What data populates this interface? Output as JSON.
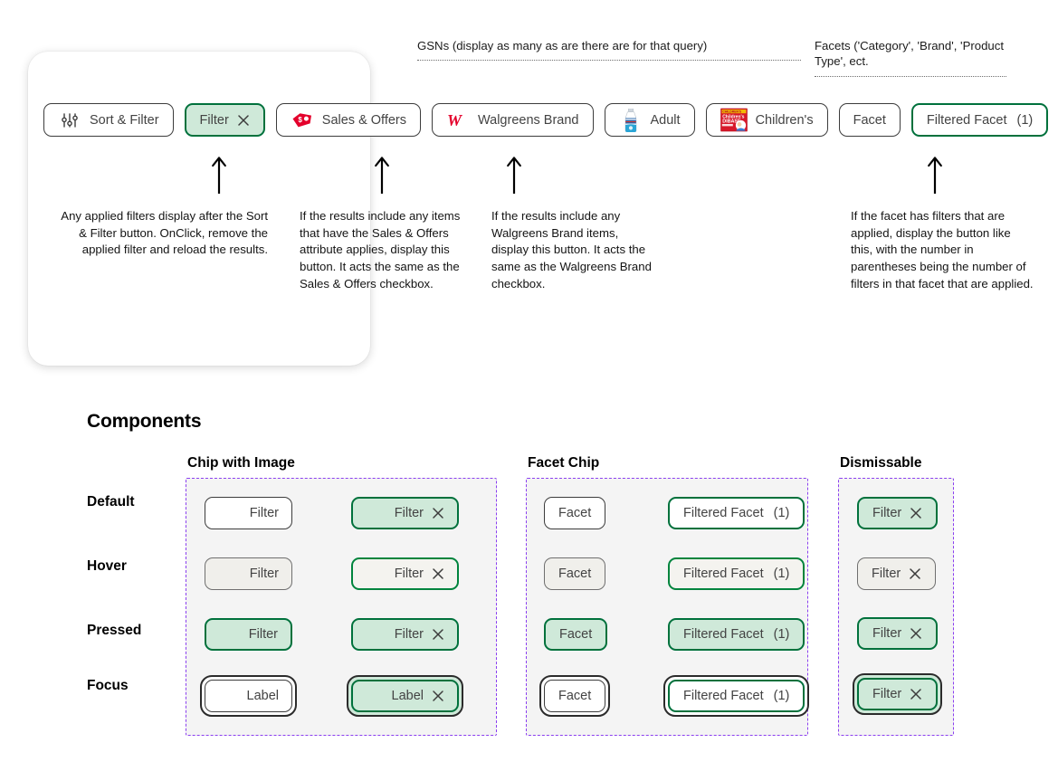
{
  "top_chips": [
    {
      "name": "sort-filter",
      "label": "Sort & Filter",
      "icon": "sliders-icon",
      "state": "default"
    },
    {
      "name": "applied-filter",
      "label": "Filter",
      "icon": "close-icon",
      "state": "selected"
    },
    {
      "name": "sales-offers",
      "label": "Sales & Offers",
      "icon": "price-tag-icon",
      "state": "default"
    },
    {
      "name": "walgreens-brand",
      "label": "Walgreens Brand",
      "icon": "walgreens-w-icon",
      "state": "default"
    },
    {
      "name": "adult",
      "label": "Adult",
      "icon": "mouthwash-bottle-thumbnail",
      "state": "default"
    },
    {
      "name": "childrens",
      "label": "Children's",
      "icon": "childrens-medicine-box-thumbnail",
      "state": "default"
    },
    {
      "name": "facet",
      "label": "Facet",
      "icon": "none",
      "state": "default"
    },
    {
      "name": "filtered-facet",
      "label": "Filtered Facet",
      "count": "(1)",
      "icon": "none",
      "state": "selected-outline"
    }
  ],
  "brackets": {
    "gsn": "GSNs (display as many as are there are for that query)",
    "facets": "Facets ('Category', 'Brand', 'Product Type', ect."
  },
  "callouts": {
    "applied_filter": "Any applied filters display after the Sort & Filter button.  OnClick, remove the applied filter and reload the results.",
    "sales_offers": "If the results include any items that have the Sales & Offers attribute applies, display this button.  It acts the same as the Sales & Offers checkbox.",
    "walgreens_brand": "If the results include any Walgreens Brand items, display this button.  It acts the same as the Walgreens Brand checkbox.",
    "filtered_facet": "If the facet has filters that are applied, display the button like this, with the number in parentheses being the number of filters in that facet that are applied."
  },
  "components": {
    "title": "Components",
    "columns": [
      {
        "name": "chip-with-image",
        "label": "Chip with Image"
      },
      {
        "name": "facet-chip",
        "label": "Facet Chip"
      },
      {
        "name": "dismissable",
        "label": "Dismissable"
      }
    ],
    "rows": [
      {
        "name": "default",
        "label": "Default"
      },
      {
        "name": "hover",
        "label": "Hover"
      },
      {
        "name": "pressed",
        "label": "Pressed"
      },
      {
        "name": "focus",
        "label": "Focus"
      }
    ],
    "chip_with_image": {
      "default": {
        "plain": "Filter",
        "selected": "Filter"
      },
      "hover": {
        "plain": "Filter",
        "selected": "Filter"
      },
      "pressed": {
        "plain": "Filter",
        "selected": "Filter"
      },
      "focus": {
        "plain": "Label",
        "selected": "Label"
      }
    },
    "facet_chip": {
      "default": {
        "plain": "Facet",
        "selected": "Filtered Facet",
        "count": "(1)"
      },
      "hover": {
        "plain": "Facet",
        "selected": "Filtered Facet",
        "count": "(1)"
      },
      "pressed": {
        "plain": "Facet",
        "selected": "Filtered Facet",
        "count": "(1)"
      },
      "focus": {
        "plain": "Facet",
        "selected": "Filtered Facet",
        "count": "(1)"
      }
    },
    "dismissable": {
      "default": "Filter",
      "hover": "Filter",
      "pressed": "Filter",
      "focus": "Filter"
    }
  },
  "colors": {
    "green_border": "#00713c",
    "green_fill": "#cfe9d9",
    "dashed_purple": "#8b3ff0",
    "panel_gray": "#f4f4f4",
    "tag_red": "#e4002b",
    "text": "#434343"
  }
}
